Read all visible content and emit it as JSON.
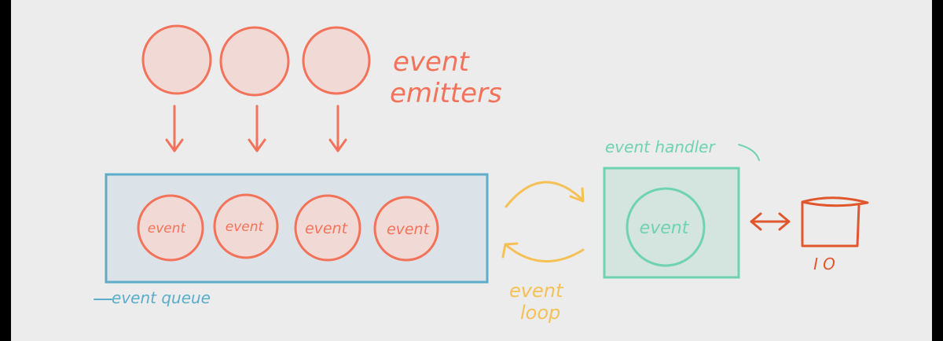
{
  "colors": {
    "background": "#ececec",
    "edge": "#000000",
    "emitter": "#f2735a",
    "emitter_fill": "#f1d9d6",
    "queue_border": "#5badc9",
    "queue_fill": "#dce3e8",
    "loop": "#f5c056",
    "handler": "#6fd3b1",
    "handler_fill": "#d4e4de",
    "io": "#e0572e"
  },
  "labels": {
    "emitters_line1": "event",
    "emitters_line2": "emitters",
    "queue": "event queue",
    "loop_line1": "event",
    "loop_line2": "loop",
    "handler": "event handler",
    "io": "IO"
  },
  "queue_events": [
    "event",
    "event",
    "event",
    "event"
  ],
  "handler_event": "event"
}
